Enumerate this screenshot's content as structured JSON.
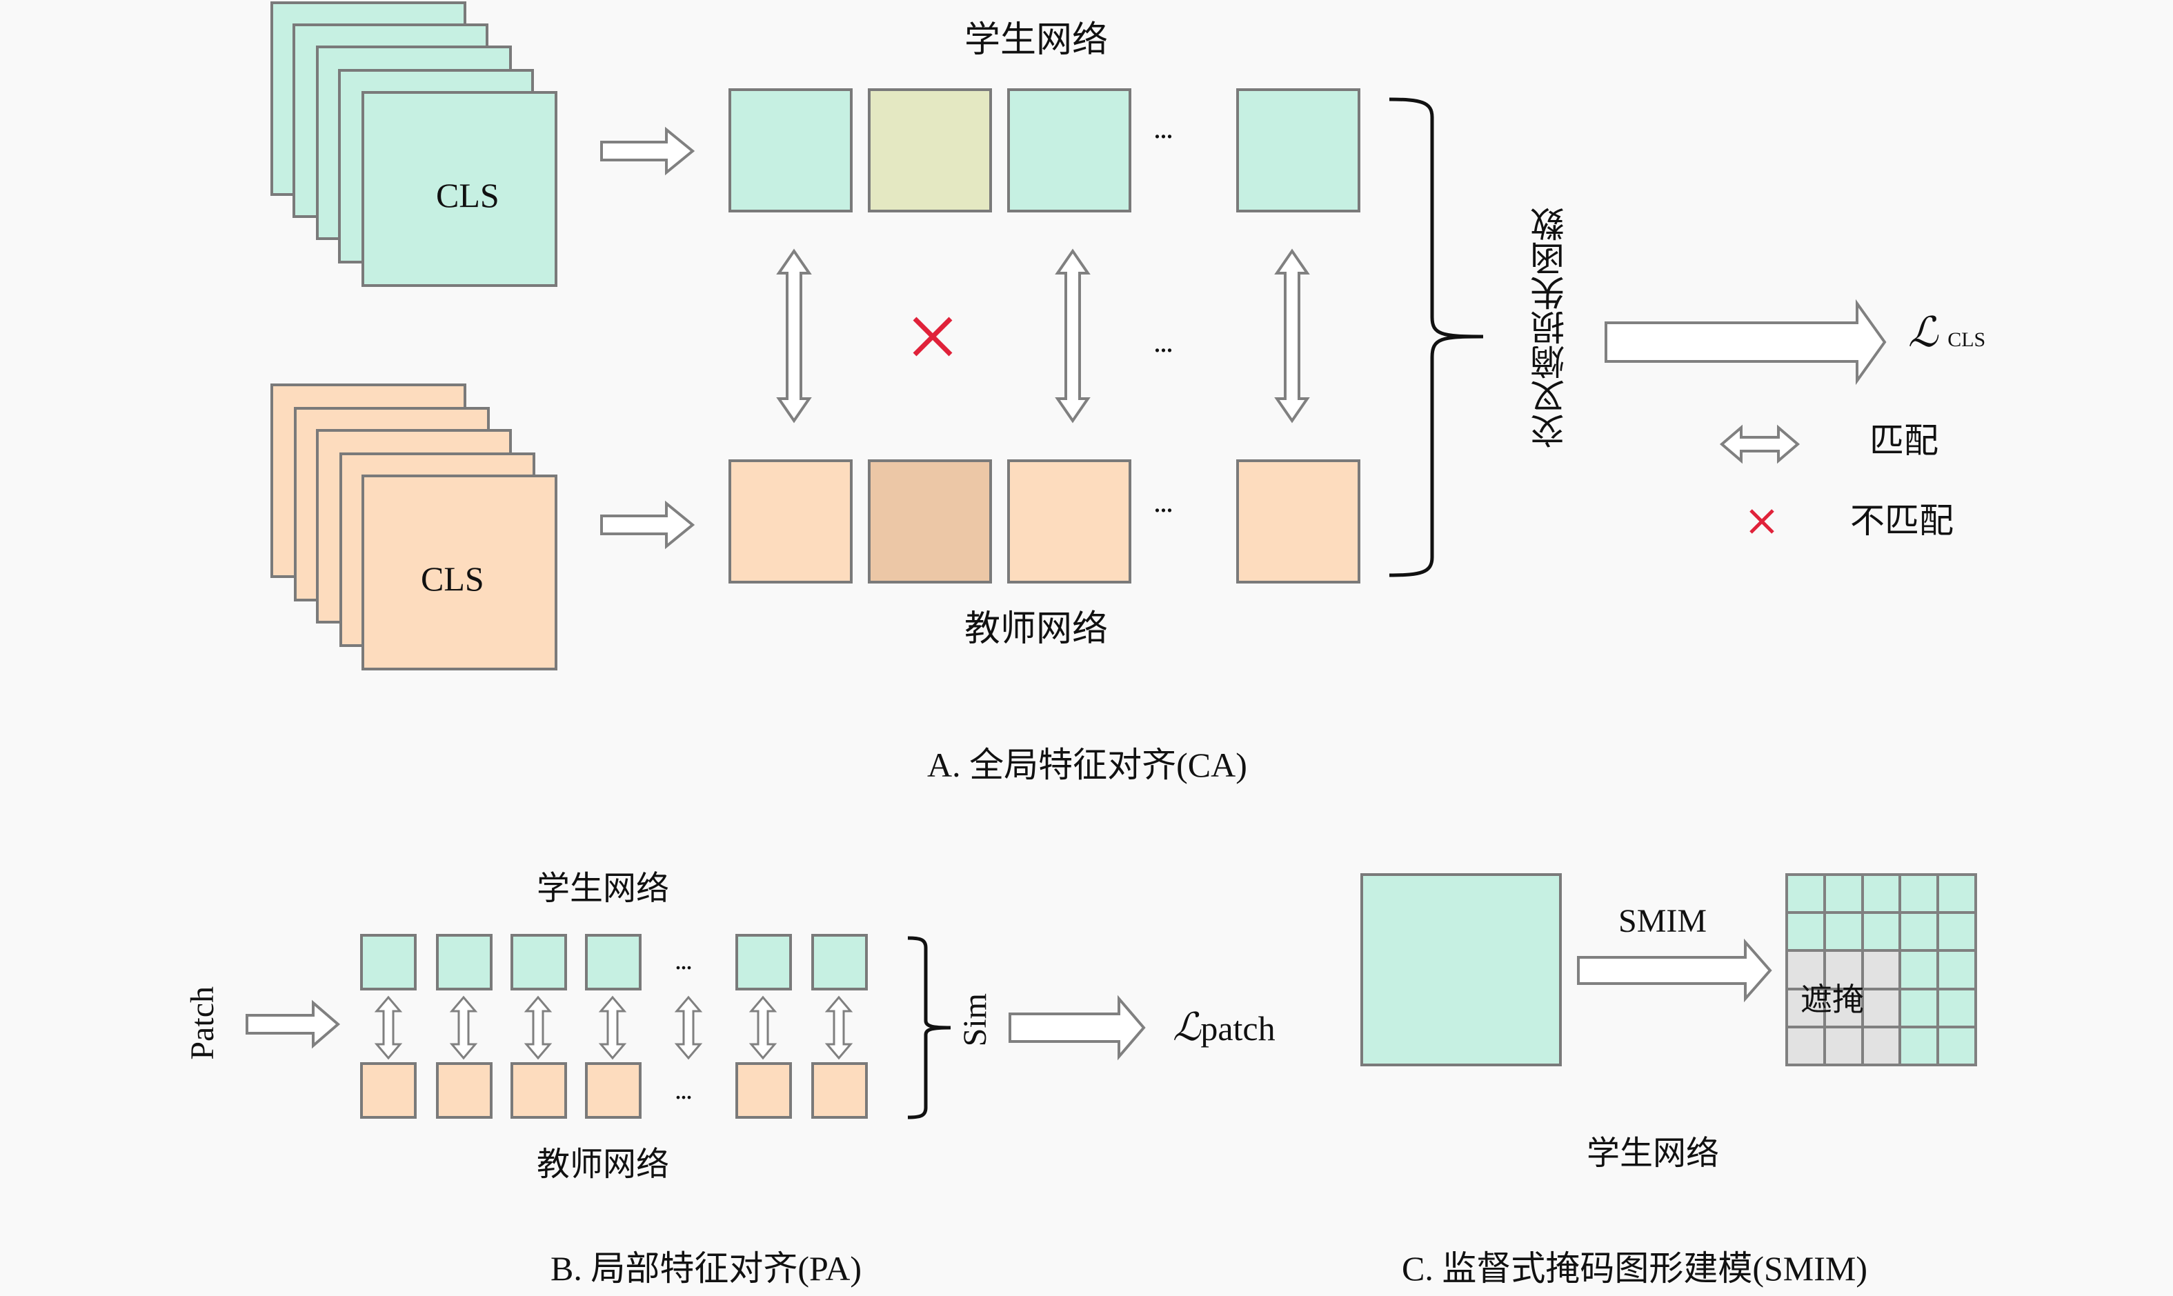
{
  "section_a": {
    "student_label": "学生网络",
    "teacher_label": "教师网络",
    "stack_label_student": "CLS",
    "stack_label_teacher": "CLS",
    "ellipsis": "...",
    "loss_name": "交叉熵损失函数",
    "loss_symbol": "ℒ",
    "loss_subscript": "CLS",
    "legend": {
      "match_label": "匹配",
      "mismatch_label": "不匹配"
    },
    "caption": "A. 全局特征对齐(CA)"
  },
  "section_b": {
    "input_label": "Patch",
    "student_label": "学生网络",
    "teacher_label": "教师网络",
    "ellipsis": "...",
    "sim_label": "Sim",
    "loss_symbol": "ℒ",
    "loss_subscript": "patch",
    "caption": "B. 局部特征对齐(PA)"
  },
  "section_c": {
    "op_label": "SMIM",
    "mask_label": "遮掩",
    "network_label": "学生网络",
    "caption": "C. 监督式掩码图形建模(SMIM)",
    "mask_grid": [
      [
        0,
        0,
        0,
        0,
        0
      ],
      [
        0,
        0,
        0,
        0,
        0
      ],
      [
        1,
        1,
        1,
        0,
        0
      ],
      [
        1,
        1,
        1,
        0,
        0
      ],
      [
        1,
        1,
        1,
        0,
        0
      ]
    ]
  },
  "colors": {
    "student": "#c6f0e2",
    "student_alt": "#e4e8c2",
    "teacher": "#fddcbe",
    "teacher_alt": "#ecc7a6",
    "masked": "#e2e2e2",
    "mismatch": "#e0223a",
    "outline": "#7a7a7a"
  }
}
